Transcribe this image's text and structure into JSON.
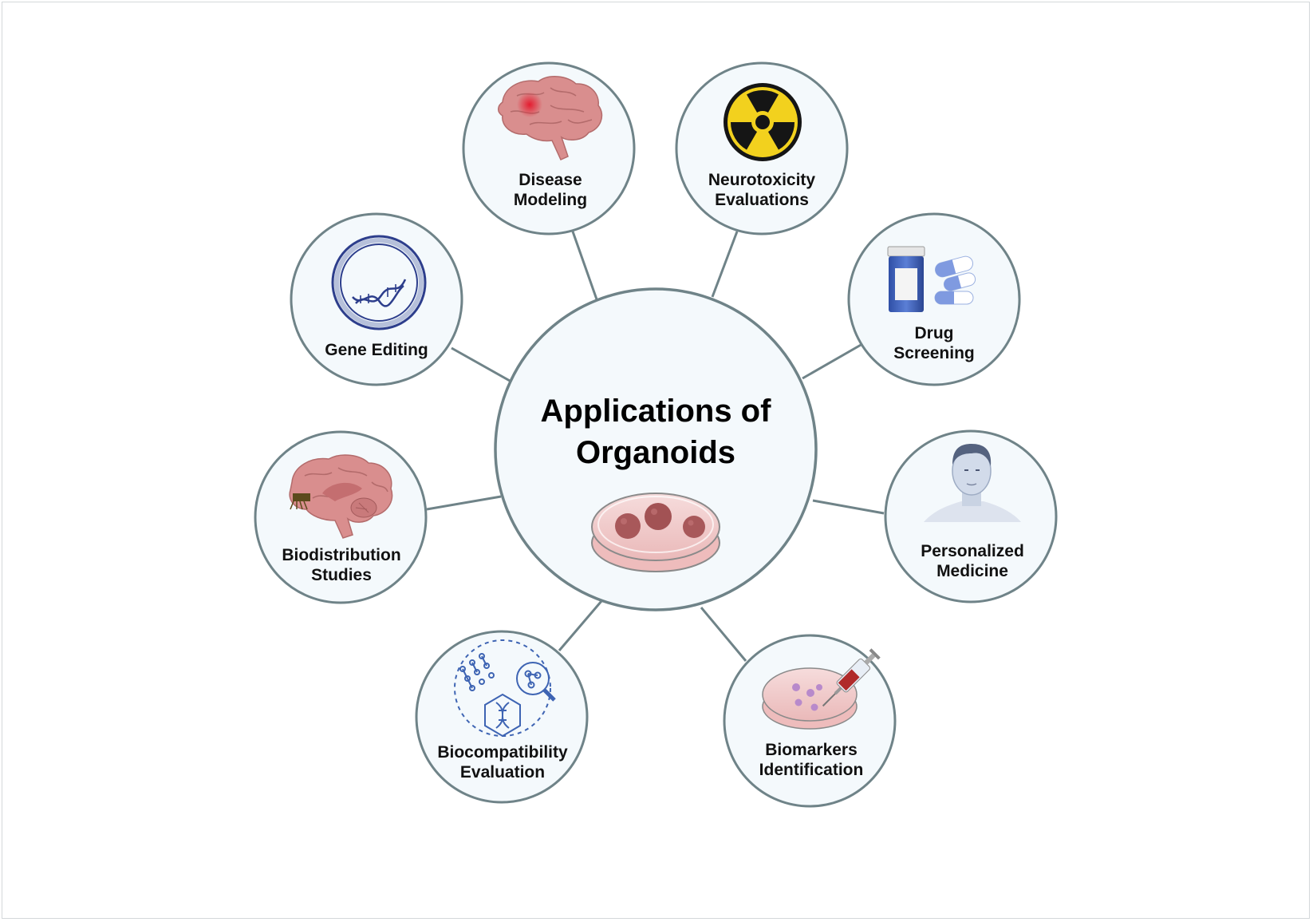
{
  "title_lines": [
    "Applications of",
    "Organoids"
  ],
  "nodes": {
    "disease_modeling": {
      "lines": [
        "Disease",
        "Modeling"
      ],
      "icon": "brain-lesion-icon"
    },
    "neurotoxicity": {
      "lines": [
        "Neurotoxicity",
        "Evaluations"
      ],
      "icon": "radiation-icon"
    },
    "drug_screening": {
      "lines": [
        "Drug",
        "Screening"
      ],
      "icon": "pill-bottle-icon"
    },
    "personalized_medicine": {
      "lines": [
        "Personalized",
        "Medicine"
      ],
      "icon": "patient-bust-icon"
    },
    "biomarkers": {
      "lines": [
        "Biomarkers",
        "Identification"
      ],
      "icon": "petri-dish-syringe-icon"
    },
    "biocompatibility": {
      "lines": [
        "Biocompatibility",
        "Evaluation"
      ],
      "icon": "dna-network-icon"
    },
    "biodistribution": {
      "lines": [
        "Biodistribution",
        "Studies"
      ],
      "icon": "brain-section-icon"
    },
    "gene_editing": {
      "lines": [
        "Gene Editing"
      ],
      "icon": "dna-ring-icon"
    }
  },
  "colors": {
    "circle_fill": "#f4f9fc",
    "circle_stroke": "#6f8388",
    "connector": "#6f8388",
    "brain": "#d98e8e",
    "radiation_yellow": "#f2d11e",
    "dna_blue": "#2d3e8c",
    "dish_pink": "#f0c9c9",
    "organoid": "#a8585a"
  }
}
